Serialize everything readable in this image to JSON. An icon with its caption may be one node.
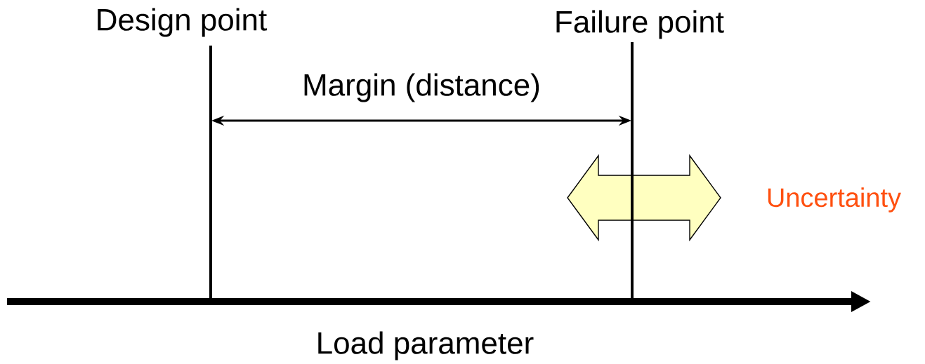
{
  "diagram": {
    "labels": [
      "Design point",
      "Failure point",
      "Margin (distance)",
      "Uncertainty",
      "Load parameter"
    ]
  }
}
